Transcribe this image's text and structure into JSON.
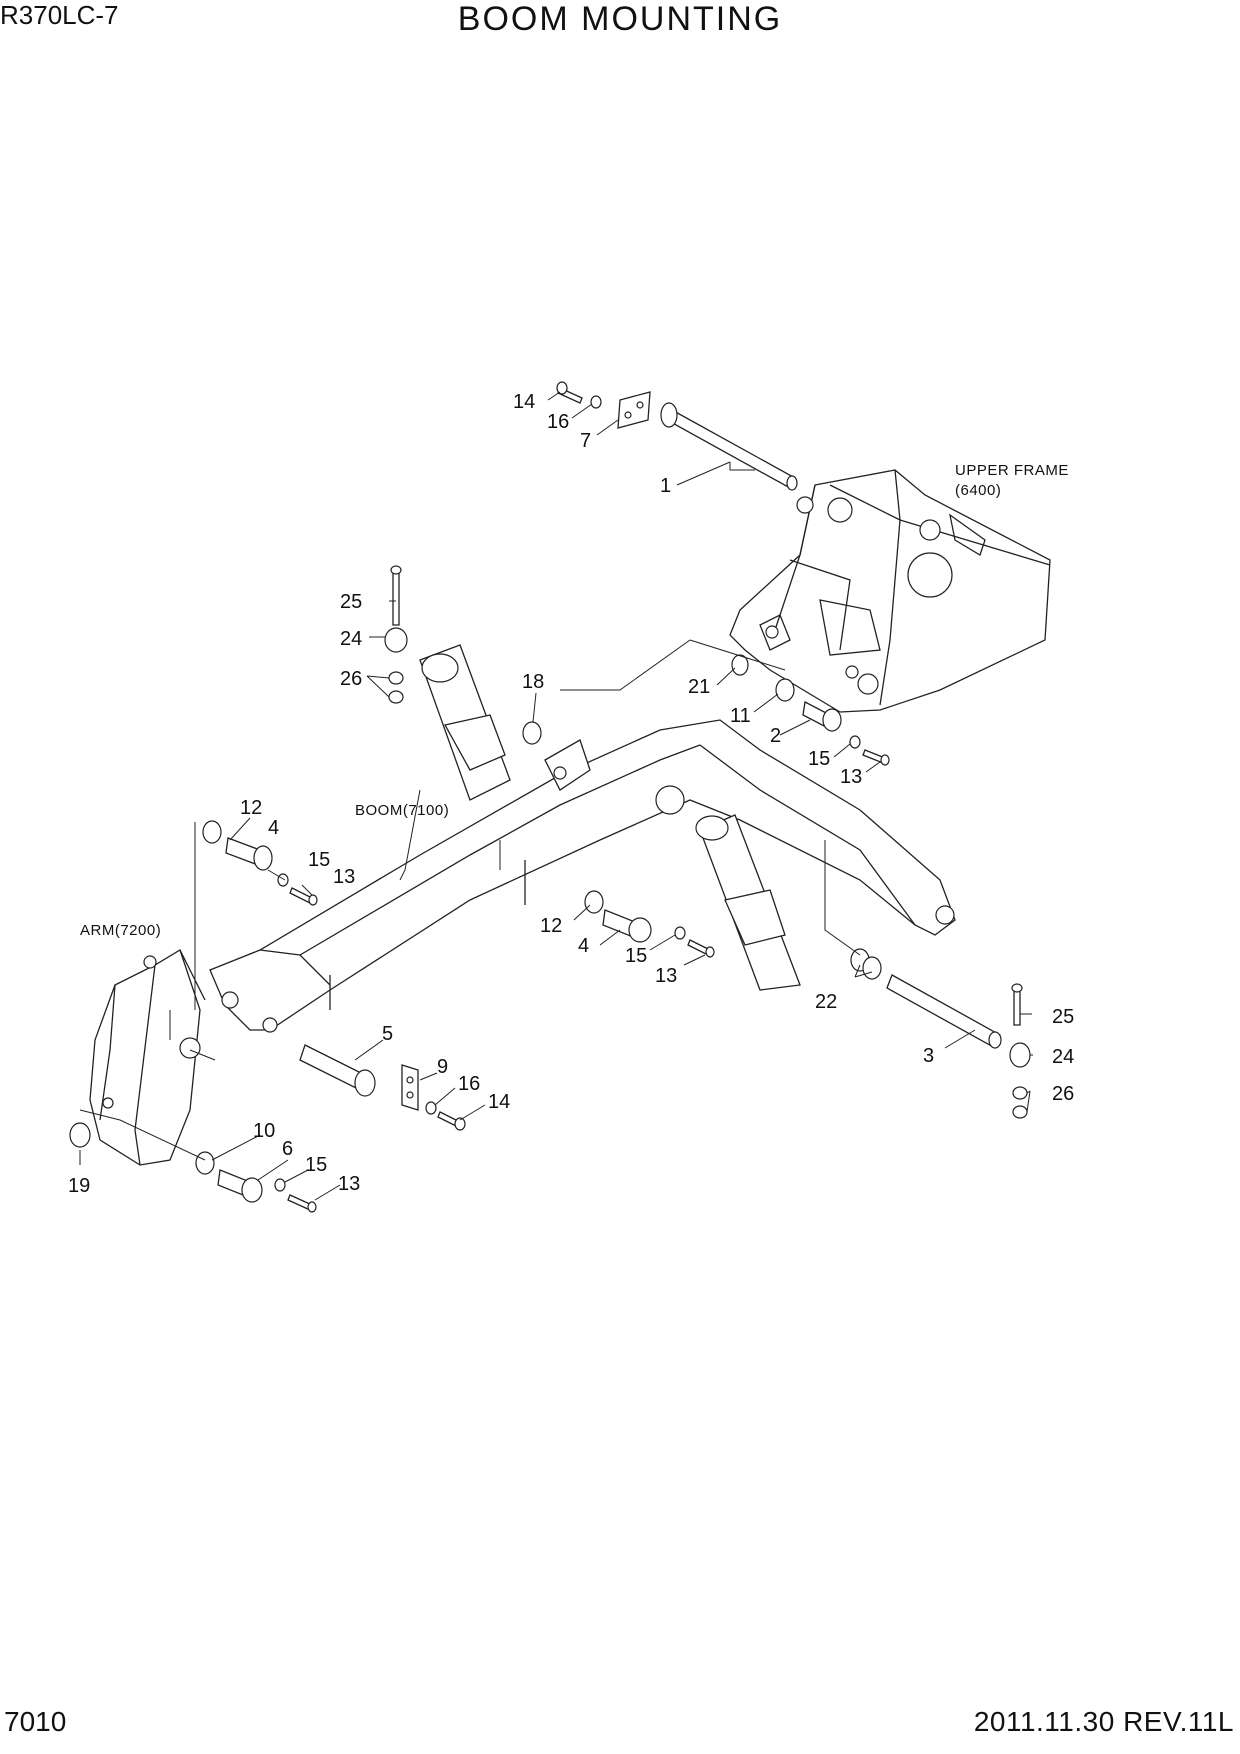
{
  "header": {
    "model": "R370LC-7",
    "title": "BOOM MOUNTING"
  },
  "footer": {
    "page_number": "7010",
    "revision": "2011.11.30  REV.11L"
  },
  "reference_labels": {
    "upper_frame": "UPPER FRAME",
    "upper_frame_code": "(6400)",
    "boom": "BOOM(7100)",
    "arm": "ARM(7200)"
  },
  "callouts": {
    "c14a": "14",
    "c16a": "16",
    "c7": "7",
    "c1": "1",
    "c25a": "25",
    "c24a": "24",
    "c26a": "26",
    "c18": "18",
    "c21": "21",
    "c11": "11",
    "c2": "2",
    "c15a": "15",
    "c13a": "13",
    "c12a": "12",
    "c4a": "4",
    "c15b": "15",
    "c13b": "13",
    "c12b": "12",
    "c4b": "4",
    "c15c": "15",
    "c13c": "13",
    "c22": "22",
    "c25b": "25",
    "c3": "3",
    "c24b": "24",
    "c26b": "26",
    "c5": "5",
    "c9": "9",
    "c16b": "16",
    "c14b": "14",
    "c10": "10",
    "c6": "6",
    "c15d": "15",
    "c13d": "13",
    "c19": "19"
  }
}
